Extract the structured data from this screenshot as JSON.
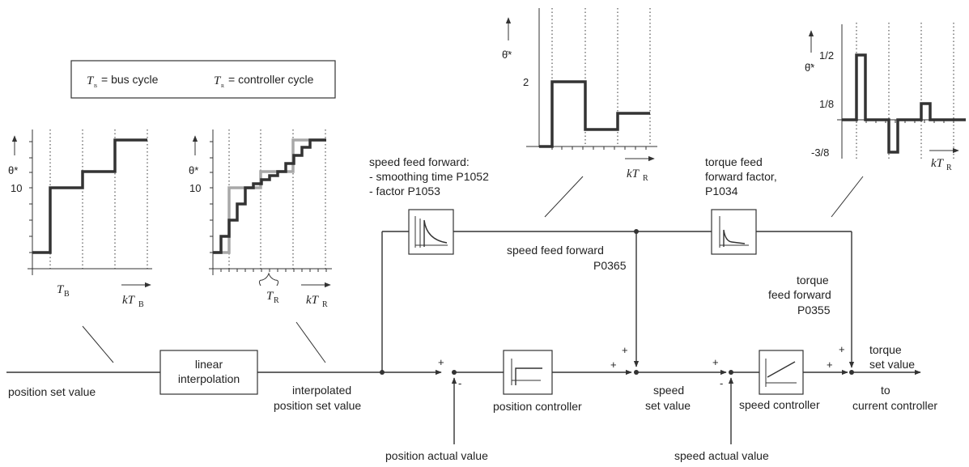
{
  "legend": {
    "tb_sym": "T",
    "tb_sub": "B",
    "tb_text": "= bus cycle",
    "tr_sym": "T",
    "tr_sub": "R",
    "tr_text": "= controller cycle"
  },
  "graph1": {
    "ylabel": "θ*",
    "ytick": "10",
    "xlabel_sym": "kT",
    "xlabel_sub": "B",
    "period_sym": "T",
    "period_sub": "B"
  },
  "graph2": {
    "ylabel": "θ*",
    "ytick": "10",
    "xlabel_sym": "kT",
    "xlabel_sub": "R",
    "period_sym": "T",
    "period_sub": "R"
  },
  "graph3": {
    "ylabel": "θ̇*",
    "ytick": "2",
    "xlabel_sym": "kT",
    "xlabel_sub": "R"
  },
  "graph4": {
    "ylabel": "θ̈*",
    "ytick_top": "1/2",
    "ytick_mid": "1/8",
    "ytick_low": "-3/8",
    "xlabel_sym": "kT",
    "xlabel_sub": "R"
  },
  "blocks": {
    "interp_line1": "linear",
    "interp_line2": "interpolation",
    "pos_ctrl": "position controller",
    "speed_ctrl": "speed controller"
  },
  "labels": {
    "pos_set": "position set value",
    "interp_set_line1": "interpolated",
    "interp_set_line2": "position set value",
    "pos_actual": "position actual value",
    "speed_set_line1": "speed",
    "speed_set_line2": "set value",
    "speed_actual": "speed actual value",
    "torque_set_line1": "torque",
    "torque_set_line2": "set value",
    "to_cc_line1": "to",
    "to_cc_line2": "current controller",
    "sff_line1": "speed feed forward:",
    "sff_line2": "- smoothing time  P1052",
    "sff_line3": "- factor P1053",
    "sff_p_line1": "speed feed forward",
    "sff_p_line2": "P0365",
    "tff_line1": "torque feed",
    "tff_line2": "forward factor,",
    "tff_line3": "P1034",
    "tff_p_line1": "torque",
    "tff_p_line2": "feed forward",
    "tff_p_line3": "P0355"
  },
  "signs": {
    "plus": "+",
    "minus": "-"
  }
}
